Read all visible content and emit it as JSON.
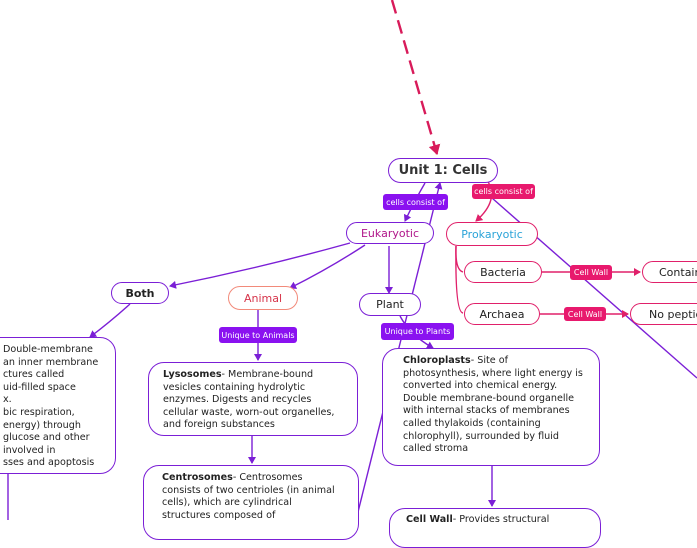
{
  "nodes": {
    "root": "Unit 1: Cells",
    "eukaryotic": "Eukaryotic",
    "prokaryotic": "Prokaryotic",
    "bacteria": "Bacteria",
    "archaea": "Archaea",
    "contain": "Contain",
    "no_peptid": "No peptid",
    "both": "Both",
    "animal": "Animal",
    "plant": "Plant"
  },
  "tags": {
    "cells_consist_of_1": "cells consist of",
    "cells_consist_of_2": "cells consist of",
    "cell_wall_1": "Cell Wall",
    "cell_wall_2": "Cell Wall",
    "unique_to_animals": "Unique to Animals",
    "unique_to_plants": "Unique to Plants"
  },
  "boxes": {
    "mitochondria": {
      "lines": [
        "Double-membrane",
        "an inner membrane",
        "ctures called",
        "uid-filled space",
        "x.",
        "bic respiration,",
        "energy) through",
        "glucose and other",
        "involved in",
        "sses and apoptosis"
      ]
    },
    "lysosomes": {
      "title": "Lysosomes",
      "text": "-  Membrane-bound vesicles containing hydrolytic enzymes. Digests and recycles cellular waste, worn-out organelles, and foreign substances"
    },
    "centrosomes": {
      "title": "Centrosomes",
      "text": "- Centrosomes consists of two centrioles (in animal cells), which are cylindrical structures composed of"
    },
    "chloroplasts": {
      "title": "Chloroplasts",
      "text": "- Site of photosynthesis, where light energy is converted into chemical energy. Double membrane-bound organelle with internal stacks of membranes called thylakoids (containing chlorophyll), surrounded by fluid called stroma"
    },
    "cell_wall": {
      "title": "Cell Wall",
      "text": "- Provides structural"
    }
  },
  "colors": {
    "purple": "#7b1fd6",
    "pink": "#e0206a",
    "salmon": "#f28a7a",
    "prokaryotic_text": "#2aa3d8",
    "eukaryotic_text": "#b0168a",
    "animal_text": "#d6344a",
    "dashed_arrow": "#d81b5a"
  }
}
